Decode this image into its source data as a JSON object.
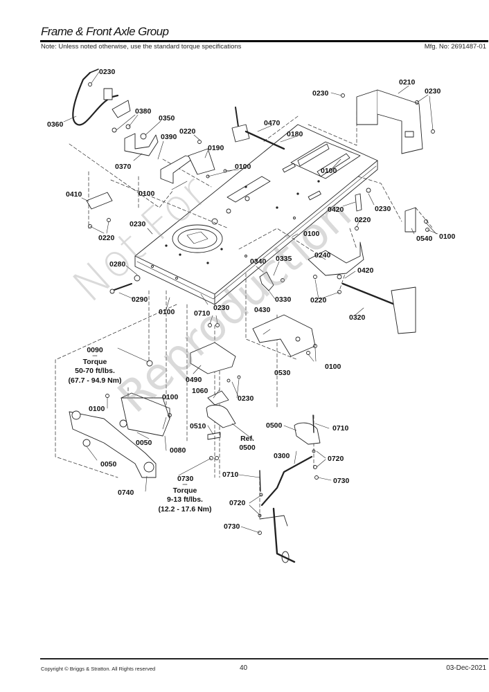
{
  "header": {
    "title": "Frame & Front Axle Group",
    "note": "Note: Unless noted otherwise, use the standard torque specifications",
    "mfg_no": "Mfg. No: 2691487-01"
  },
  "footer": {
    "copyright": "Copyright © Briggs & Stratton. All Rights reserved",
    "page": "40",
    "date": "03-Dec-2021"
  },
  "watermark": {
    "line1": "Not For",
    "line2": "Reproduction"
  },
  "callouts": [
    "0230",
    "0360",
    "0380",
    "0350",
    "0390",
    "0370",
    "0220",
    "0190",
    "0100",
    "0100",
    "0470",
    "0180",
    "0230",
    "0210",
    "0230",
    "0100",
    "0410",
    "0220",
    "0420",
    "0230",
    "0220",
    "0540",
    "0100",
    "0230",
    "0100",
    "0280",
    "0290",
    "0100",
    "0230",
    "0340",
    "0335",
    "0330",
    "0240",
    "0420",
    "0220",
    "0320",
    "0430",
    "0100",
    "0530",
    "0710",
    "0490",
    "1060",
    "0230",
    "0100",
    "0100",
    "0050",
    "0080",
    "0050",
    "0740",
    "0510",
    "0730",
    "0500",
    "0710",
    "0300",
    "0720",
    "0730",
    "0710",
    "0720",
    "0730",
    "0090"
  ],
  "ref_label": {
    "line1": "Ref.",
    "line2": "0500"
  },
  "torque_notes": [
    {
      "part": "0090",
      "dash": "---",
      "label": "Torque",
      "value_imperial": "50-70 ft/lbs.",
      "value_metric": "(67.7 - 94.9 Nm)"
    },
    {
      "part": "0730",
      "dash": "---",
      "label": "Torque",
      "value_imperial": "9-13 ft/lbs.",
      "value_metric": "(12.2 - 17.6 Nm)"
    }
  ]
}
